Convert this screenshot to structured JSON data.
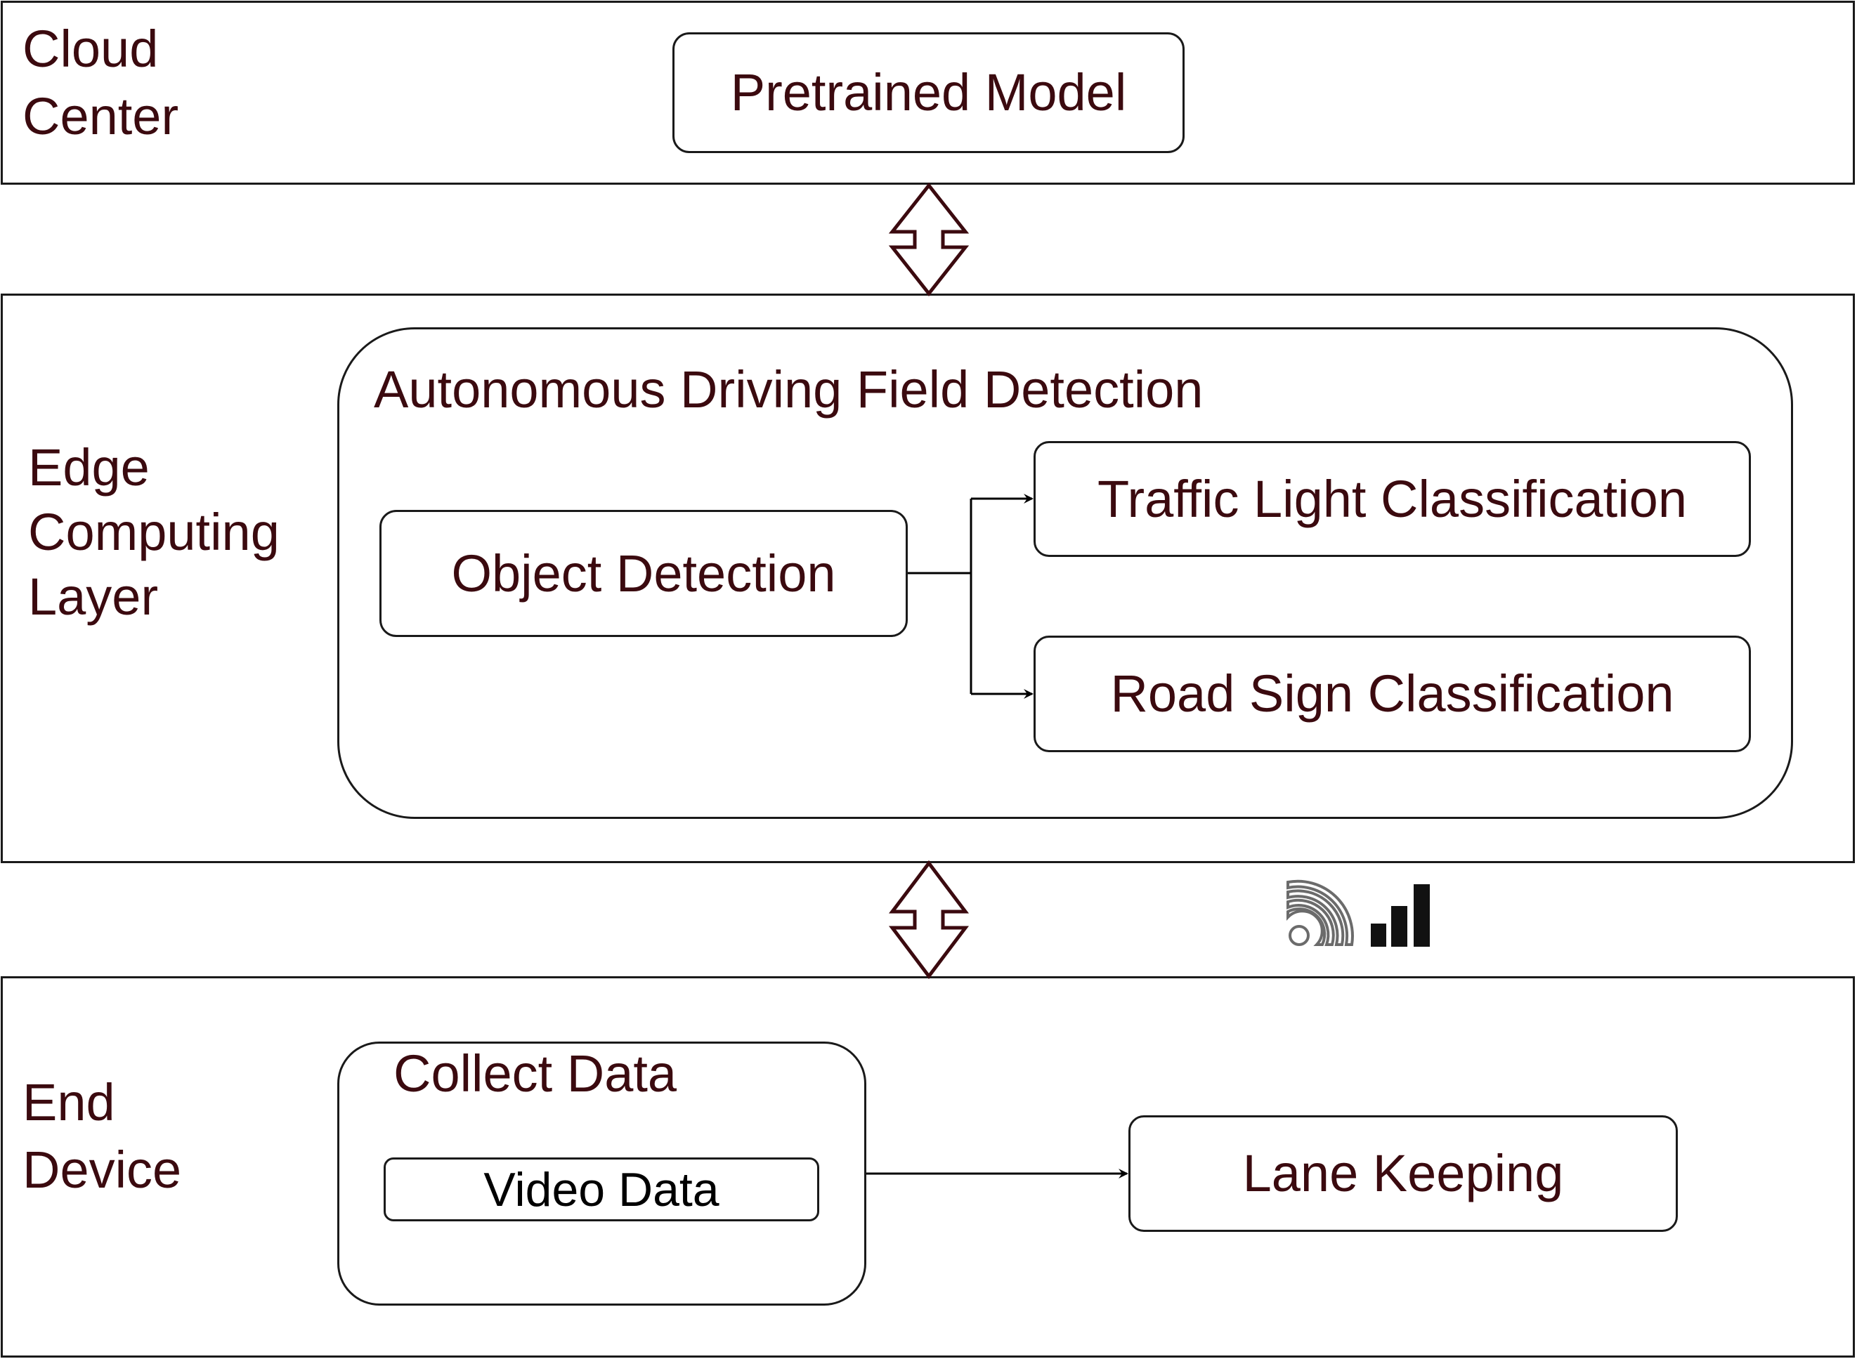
{
  "layers": {
    "cloud": {
      "label": "Cloud\nCenter"
    },
    "edge": {
      "label": "Edge\nComputing\nLayer"
    },
    "end": {
      "label": "End\nDevice"
    }
  },
  "nodes": {
    "pretrained_model": "Pretrained Model",
    "autonomous_driving": "Autonomous Driving Field Detection",
    "object_detection": "Object Detection",
    "traffic_light": "Traffic Light Classification",
    "road_sign": "Road Sign Classification",
    "collect_data": "Collect Data",
    "video_data": "Video Data",
    "lane_keeping": "Lane Keeping"
  },
  "icons": {
    "wireless": "wifi-signal-icon",
    "cellular": "cellular-signal-icon"
  },
  "colors": {
    "text": "#3b0a0f",
    "stroke": "#1a1a1a",
    "arrow": "#3b0a0f"
  }
}
